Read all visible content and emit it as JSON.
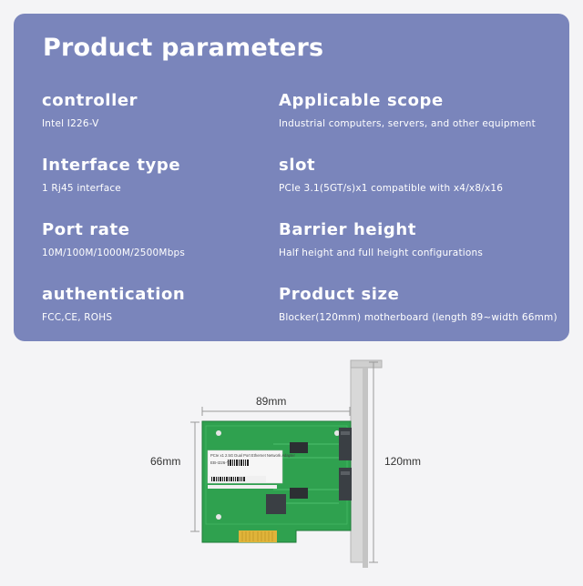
{
  "header": {
    "title": "Product parameters"
  },
  "parameters": [
    {
      "label": "controller",
      "value": "Intel I226-V"
    },
    {
      "label": "Applicable scope",
      "value": "Industrial computers, servers, and other equipment"
    },
    {
      "label": "Interface type",
      "value": "1 Rj45 interface"
    },
    {
      "label": "slot",
      "value": "PCIe 3.1(5GT/s)x1 compatible with x4/x8/x16"
    },
    {
      "label": "Port rate",
      "value": "10M/100M/1000M/2500Mbps"
    },
    {
      "label": "Barrier height",
      "value": "Half height and full height configurations"
    },
    {
      "label": "authentication",
      "value": "FCC,CE, ROHS"
    },
    {
      "label": "Product size",
      "value": "Blocker(120mm) motherboard (length 89~width 66mm)"
    }
  ],
  "diagram": {
    "length": "89mm",
    "width": "66mm",
    "bracket_height": "120mm",
    "card_sticker_text": "PCIe x1 2.5G Dual Port Ethernet Network Adapter",
    "card_model_text": "EB-I226-T2",
    "colors": {
      "pcb": "#2fa14f",
      "bracket": "#d6d6d6",
      "gold_finger": "#e0b43a",
      "port": "#3a3f44"
    }
  }
}
